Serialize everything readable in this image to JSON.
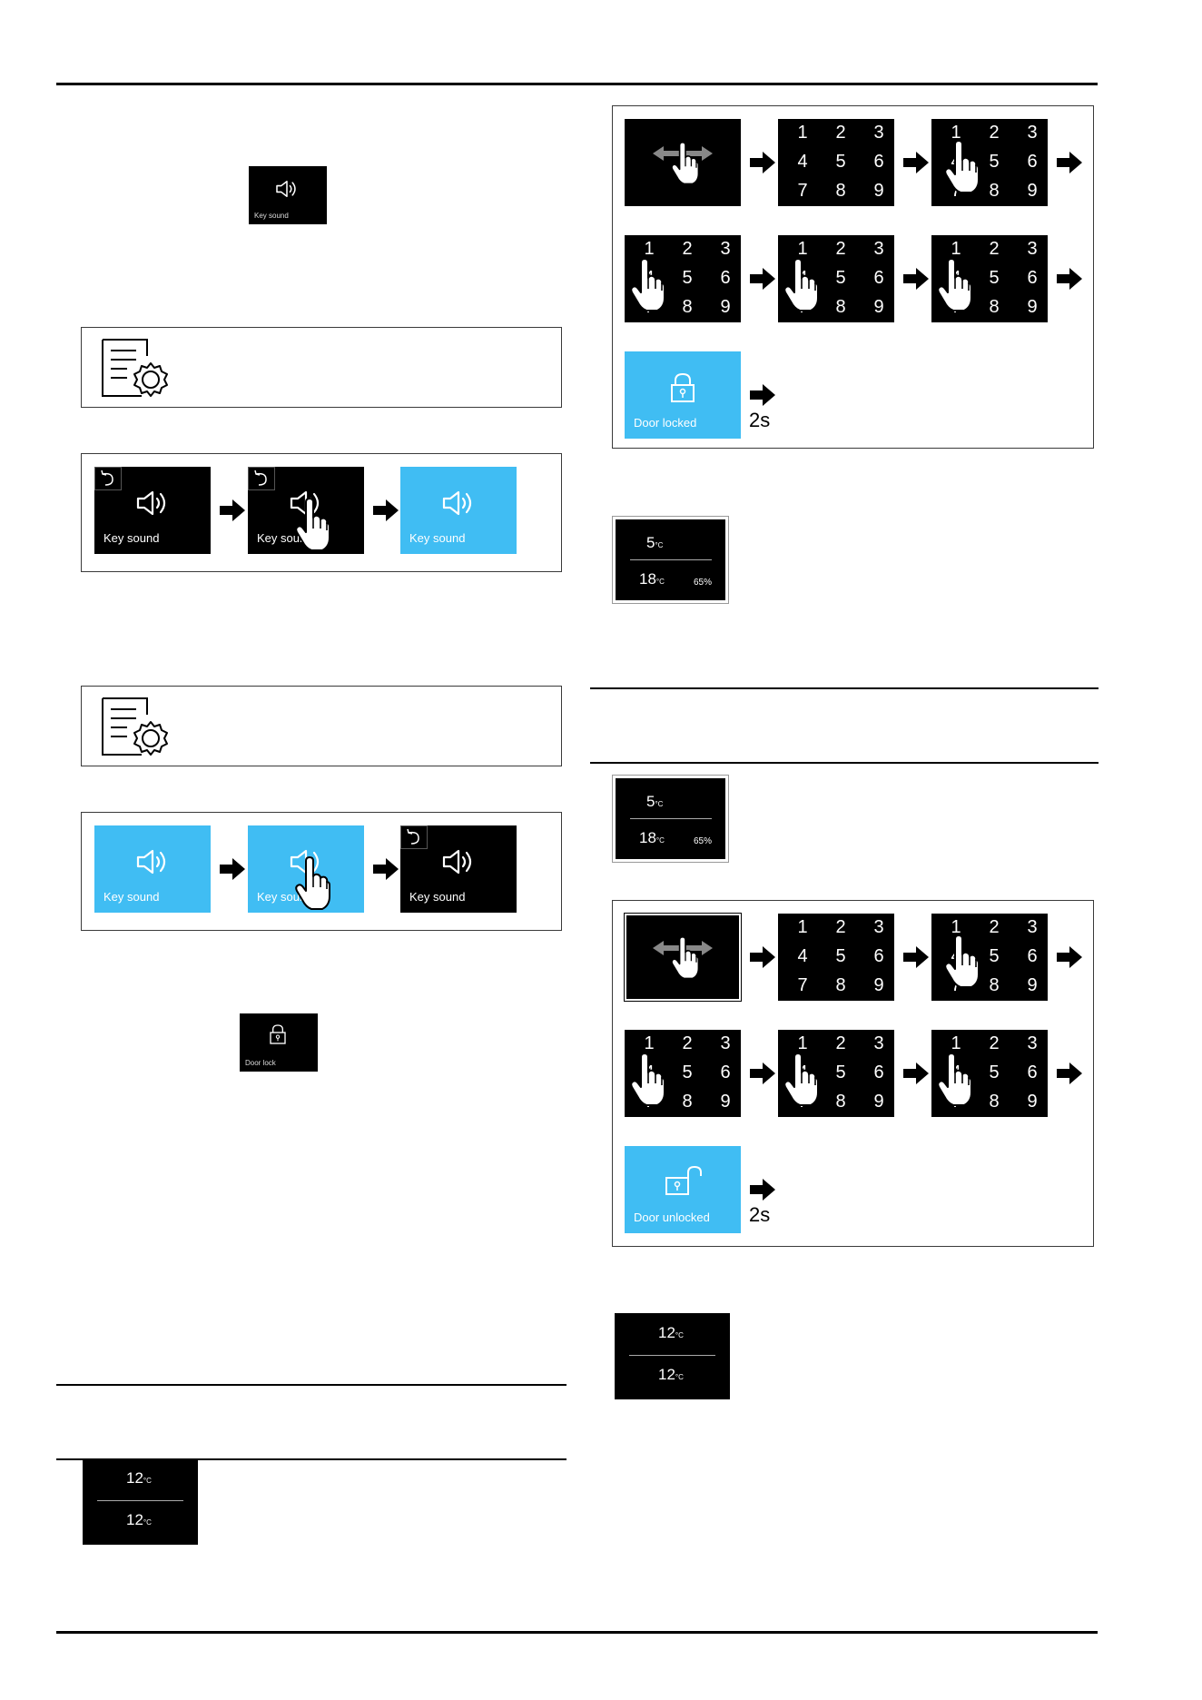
{
  "labels": {
    "key_sound": "Key sound",
    "door_lock": "Door lock",
    "door_locked": "Door locked",
    "door_unlocked": "Door unlocked",
    "hold_time": "2s"
  },
  "keypad": [
    "1",
    "2",
    "3",
    "4",
    "5",
    "6",
    "7",
    "8",
    "9"
  ],
  "display_a": {
    "top": "5",
    "bottom": "18",
    "unit": "°C",
    "humidity": "65%"
  },
  "display_b": {
    "top": "12",
    "bottom": "12",
    "unit": "°C"
  },
  "footer": "",
  "colors": {
    "highlight": "#40bdf3",
    "screen": "#000000"
  },
  "icons": [
    "speaker-icon",
    "settings-list-icon",
    "back-icon",
    "finger-icon",
    "lock-icon",
    "unlock-icon",
    "swipe-arrows-icon",
    "arrow-right-icon"
  ]
}
